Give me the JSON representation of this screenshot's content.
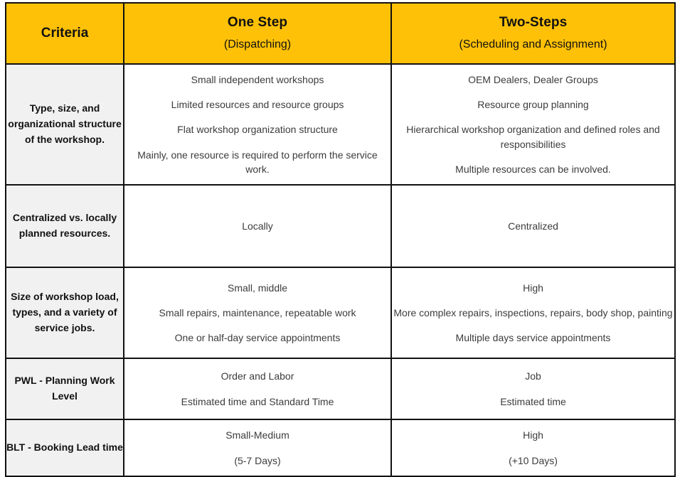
{
  "table": {
    "columns": [
      {
        "key": "criteria",
        "title": "Criteria",
        "subtitle": ""
      },
      {
        "key": "one_step",
        "title": "One Step",
        "subtitle": "(Dispatching)"
      },
      {
        "key": "two_steps",
        "title": "Two-Steps",
        "subtitle": "(Scheduling and Assignment)"
      }
    ],
    "header_background": "#FFC107",
    "criteria_background": "#F1F1F1",
    "border_color": "#111111",
    "rows": [
      {
        "criteria": "Type, size, and organizational structure of the workshop.",
        "one_step": [
          "Small independent workshops",
          "Limited resources and resource groups",
          "Flat workshop organization structure",
          "Mainly, one resource is required to perform the service work."
        ],
        "two_steps": [
          "OEM Dealers, Dealer Groups",
          "Resource group planning",
          "Hierarchical workshop organization and defined roles and responsibilities",
          "Multiple resources can be involved."
        ]
      },
      {
        "criteria": "Centralized vs. locally planned resources.",
        "one_step": [
          "Locally"
        ],
        "two_steps": [
          "Centralized"
        ]
      },
      {
        "criteria": "Size of workshop load, types, and a variety of service jobs.",
        "one_step": [
          "Small, middle",
          "Small repairs, maintenance, repeatable work",
          "One or half-day service appointments"
        ],
        "two_steps": [
          "High",
          "More complex repairs, inspections, repairs, body shop, painting",
          "Multiple days service appointments"
        ]
      },
      {
        "criteria": "PWL - Planning Work Level",
        "one_step": [
          "Order and Labor",
          "Estimated time and Standard Time"
        ],
        "two_steps": [
          "Job",
          "Estimated time"
        ]
      },
      {
        "criteria": "BLT - Booking Lead time",
        "one_step": [
          "Small-Medium",
          "(5-7 Days)"
        ],
        "two_steps": [
          "High",
          "(+10 Days)"
        ]
      }
    ]
  }
}
